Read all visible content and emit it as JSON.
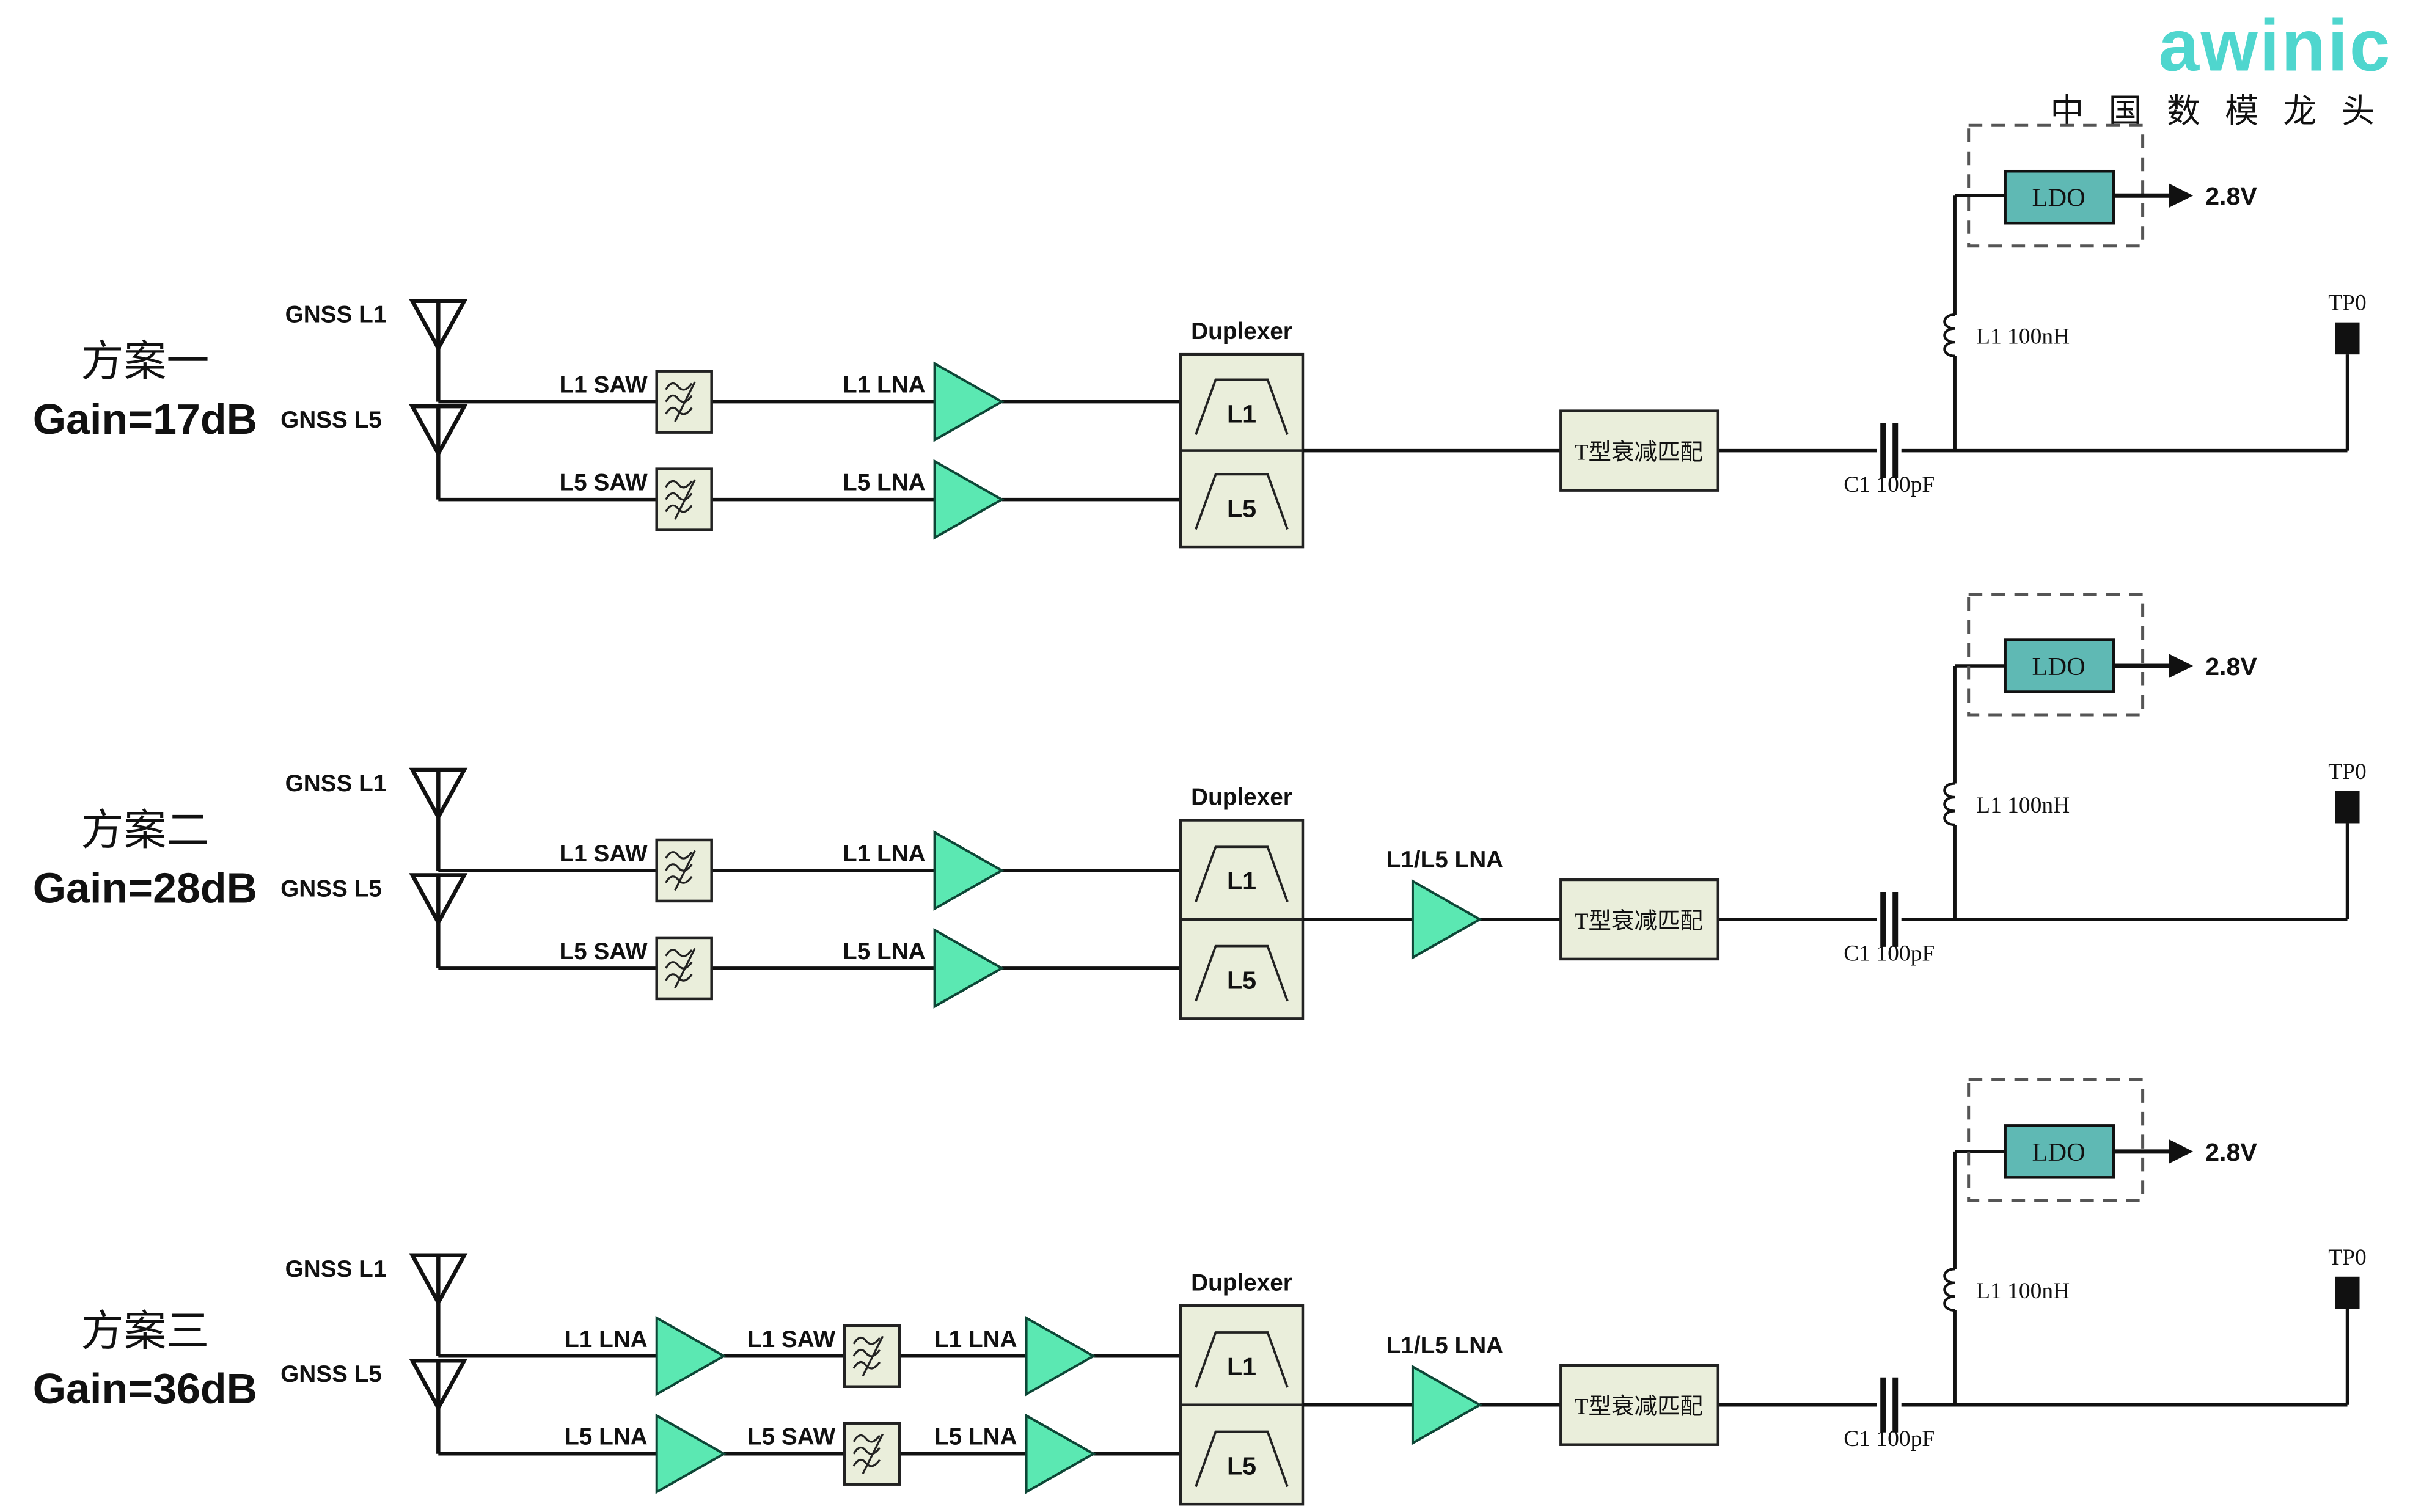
{
  "logo": {
    "brand": "awinic",
    "tagline": "中 国 数 模 龙 头"
  },
  "colors": {
    "lna_fill": "#5BE8B2",
    "ldo_fill": "#5FB9B4",
    "block_fill": "#EAEEDB",
    "logo_teal": "#4FD6CE",
    "line": "#111111"
  },
  "schemes": [
    {
      "plan": "方案一",
      "gain": "Gain=17dB",
      "ant1": "GNSS L1",
      "ant2": "GNSS L5",
      "l1_saw": "L1 SAW",
      "l1_lna": "L1 LNA",
      "l5_saw": "L5 SAW",
      "l5_lna": "L5 LNA",
      "duplexer": "Duplexer",
      "dup_l1": "L1",
      "dup_l5": "L5",
      "t_block": "T型衰减匹配",
      "cap": "C1 100pF",
      "inductor": "L1 100nH",
      "ldo": "LDO",
      "vout": "2.8V",
      "tp": "TP0"
    },
    {
      "plan": "方案二",
      "gain": "Gain=28dB",
      "ant1": "GNSS L1",
      "ant2": "GNSS L5",
      "l1_saw": "L1 SAW",
      "l1_lna": "L1 LNA",
      "l5_saw": "L5 SAW",
      "l5_lna": "L5 LNA",
      "combo_lna": "L1/L5 LNA",
      "duplexer": "Duplexer",
      "dup_l1": "L1",
      "dup_l5": "L5",
      "t_block": "T型衰减匹配",
      "cap": "C1 100pF",
      "inductor": "L1 100nH",
      "ldo": "LDO",
      "vout": "2.8V",
      "tp": "TP0"
    },
    {
      "plan": "方案三",
      "gain": "Gain=36dB",
      "ant1": "GNSS L1",
      "ant2": "GNSS L5",
      "l1_lna_pre": "L1 LNA",
      "l1_saw": "L1 SAW",
      "l1_lna": "L1 LNA",
      "l5_lna_pre": "L5 LNA",
      "l5_saw": "L5 SAW",
      "l5_lna": "L5 LNA",
      "combo_lna": "L1/L5 LNA",
      "duplexer": "Duplexer",
      "dup_l1": "L1",
      "dup_l5": "L5",
      "t_block": "T型衰减匹配",
      "cap": "C1 100pF",
      "inductor": "L1 100nH",
      "ldo": "LDO",
      "vout": "2.8V",
      "tp": "TP0"
    }
  ]
}
